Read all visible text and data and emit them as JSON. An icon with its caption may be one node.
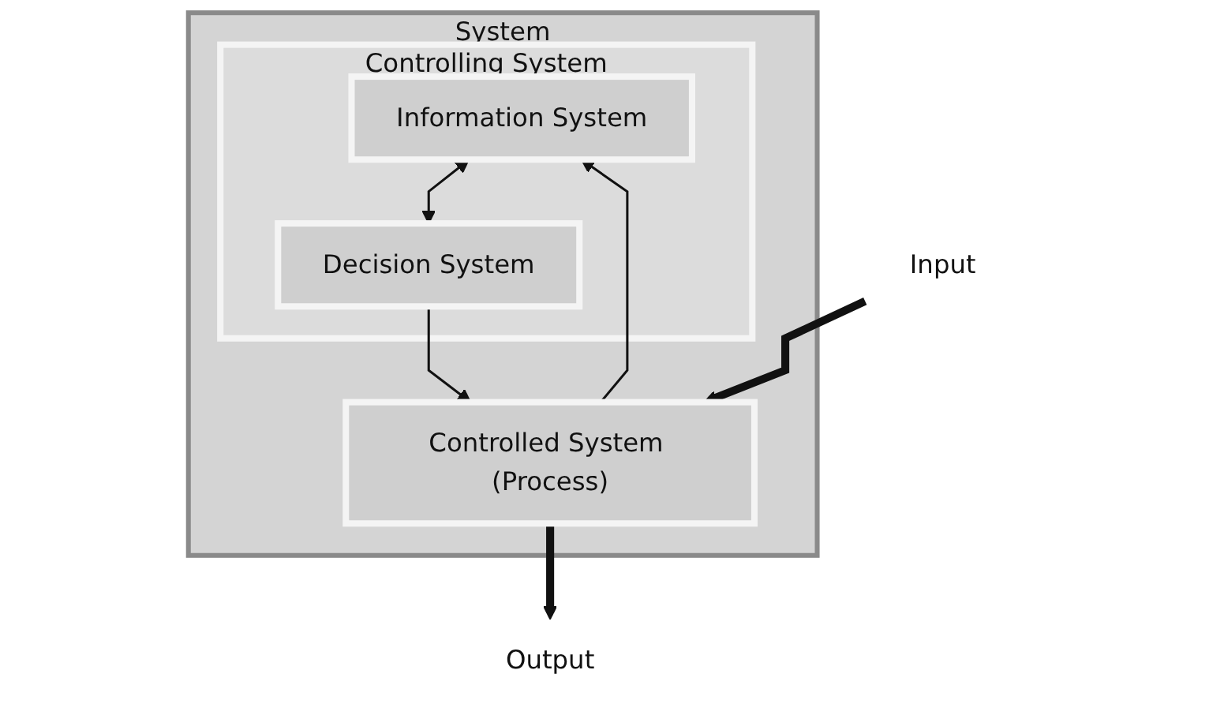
{
  "diagram": {
    "nodes": [
      {
        "text": [
          "System"
        ]
      },
      {
        "text": [
          "Controlling System"
        ],
        "in": 0
      },
      {
        "text": [
          "Information System"
        ],
        "in": 1
      },
      {
        "text": [
          "Decision System"
        ],
        "in": 1
      },
      {
        "text": [
          "Controlled System (Process)"
        ],
        "in": 0
      },
      {
        "text": [
          "Input"
        ]
      },
      {
        "text": [
          "Output"
        ]
      }
    ],
    "edges": [
      {
        "from": 2,
        "to": 3,
        "arrow": "both"
      },
      {
        "from": 4,
        "to": 2,
        "arrow": "to"
      },
      {
        "from": 3,
        "to": 4,
        "arrow": "to"
      },
      {
        "from": 5,
        "to": 4,
        "arrow": "to",
        "style": "thick"
      },
      {
        "from": 4,
        "to": 6,
        "arrow": "to",
        "style": "thick"
      }
    ]
  }
}
